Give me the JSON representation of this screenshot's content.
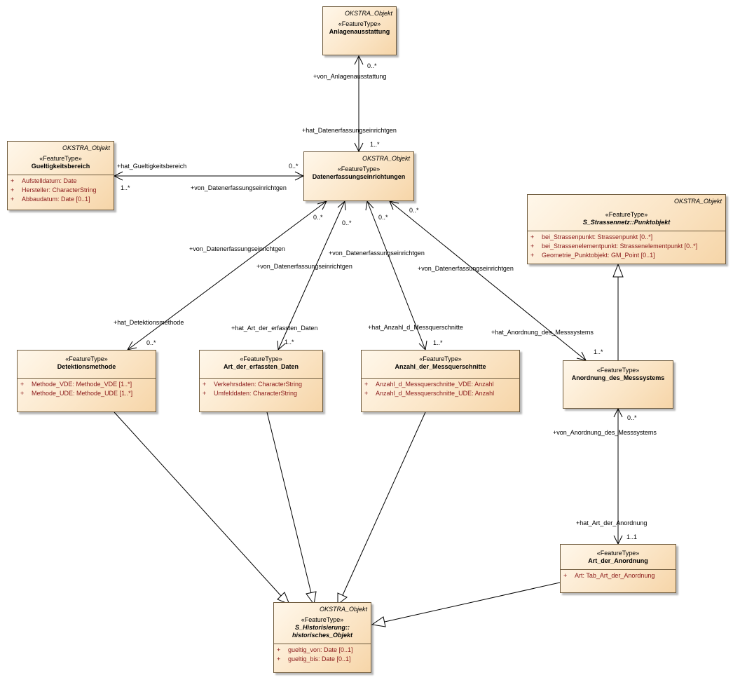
{
  "classes": {
    "anlagenausstattung": {
      "package": "OKSTRA_Objekt",
      "stereotype": "«FeatureType»",
      "name": "Anlagenausstattung",
      "attrs": []
    },
    "gueltigkeitsbereich": {
      "package": "OKSTRA_Objekt",
      "stereotype": "«FeatureType»",
      "name": "Gueltigkeitsbereich",
      "attrs": [
        {
          "vis": "+",
          "text": "Aufstelldatum: Date"
        },
        {
          "vis": "+",
          "text": "Hersteller: CharacterString"
        },
        {
          "vis": "+",
          "text": "Abbaudatum: Date [0..1]"
        }
      ]
    },
    "datenerfassungseinrichtungen": {
      "package": "OKSTRA_Objekt",
      "stereotype": "«FeatureType»",
      "name": "Datenerfassungseinrichtungen",
      "attrs": []
    },
    "punktobjekt": {
      "package": "OKSTRA_Objekt",
      "stereotype": "«FeatureType»",
      "name": "S_Strassennetz::Punktobjekt",
      "attrs": [
        {
          "vis": "+",
          "text": "bei_Strassenpunkt: Strassenpunkt [0..*]"
        },
        {
          "vis": "+",
          "text": "bei_Strassenelementpunkt: Strassenelementpunkt [0..*]"
        },
        {
          "vis": "+",
          "text": "Geometrie_Punktobjekt: GM_Point [0..1]"
        }
      ]
    },
    "detektionsmethode": {
      "package": "",
      "stereotype": "«FeatureType»",
      "name": "Detektionsmethode",
      "attrs": [
        {
          "vis": "+",
          "text": "Methode_VDE: Methode_VDE [1..*]"
        },
        {
          "vis": "+",
          "text": "Methode_UDE: Methode_UDE [1..*]"
        }
      ]
    },
    "art_daten": {
      "package": "",
      "stereotype": "«FeatureType»",
      "name": "Art_der_erfassten_Daten",
      "attrs": [
        {
          "vis": "+",
          "text": "Verkehrsdaten: CharacterString"
        },
        {
          "vis": "+",
          "text": "Umfelddaten: CharacterString"
        }
      ]
    },
    "anzahl": {
      "package": "",
      "stereotype": "«FeatureType»",
      "name": "Anzahl_der_Messquerschnitte",
      "attrs": [
        {
          "vis": "+",
          "text": "Anzahl_d_Messquerschnitte_VDE: Anzahl"
        },
        {
          "vis": "+",
          "text": "Anzahl_d_Messquerschnitte_UDE: Anzahl"
        }
      ]
    },
    "anordnung": {
      "package": "",
      "stereotype": "«FeatureType»",
      "name": "Anordnung_des_Messsystems",
      "attrs": []
    },
    "art_anordnung": {
      "package": "",
      "stereotype": "«FeatureType»",
      "name": "Art_der_Anordnung",
      "attrs": [
        {
          "vis": "+",
          "text": "Art: Tab_Art_der_Anordnung"
        }
      ]
    },
    "historisches": {
      "package": "OKSTRA_Objekt",
      "stereotype": "«FeatureType»",
      "name_line1": "S_Historisierung::",
      "name_line2": "historisches_Objekt",
      "attrs": [
        {
          "vis": "+",
          "text": "gueltig_von: Date [0..1]"
        },
        {
          "vis": "+",
          "text": "gueltig_bis: Date [0..1]"
        }
      ]
    }
  },
  "labels": {
    "mult_anlagen_top": "0..*",
    "role_von_anlagen": "+von_Anlagenausstattung",
    "role_hat_daten_top": "+hat_Datenerfassungseinrichtgen",
    "mult_daten_top": "1..*",
    "role_hat_gueltig": "+hat_Gueltigkeitsbereich",
    "mult_gueltig": "1..*",
    "mult_daten_left": "0..*",
    "role_von_daten_left": "+von_Datenerfassungseinrichtgen",
    "role_von_daten_1": "+von_Datenerfassungseinrichtgen",
    "mult_daten_1": "0..*",
    "role_hat_detektion": "+hat_Detektionsmethode",
    "mult_detektion": "0..*",
    "role_von_daten_2": "+von_Datenerfassungseinrichtgen",
    "mult_daten_2": "0..*",
    "role_hat_art_daten": "+hat_Art_der_erfassten_Daten",
    "mult_art_daten": "1..*",
    "role_von_daten_3": "+von_Datenerfassungseinrichtgen",
    "mult_daten_3": "0..*",
    "role_hat_anzahl": "+hat_Anzahl_d_Messquerschnitte",
    "mult_anzahl": "1..*",
    "role_von_daten_4": "+von_Datenerfassungseinrichtgen",
    "mult_daten_4": "0..*",
    "role_hat_anordnung": "+hat_Anordnung_des_Messsystems",
    "mult_anordnung": "1..*",
    "mult_anordnung_bottom": "0..*",
    "role_von_anordnung": "+von_Anordnung_des_Messsystems",
    "role_hat_art_anordnung": "+hat_Art_der_Anordnung",
    "mult_art_anordnung": "1..1"
  }
}
